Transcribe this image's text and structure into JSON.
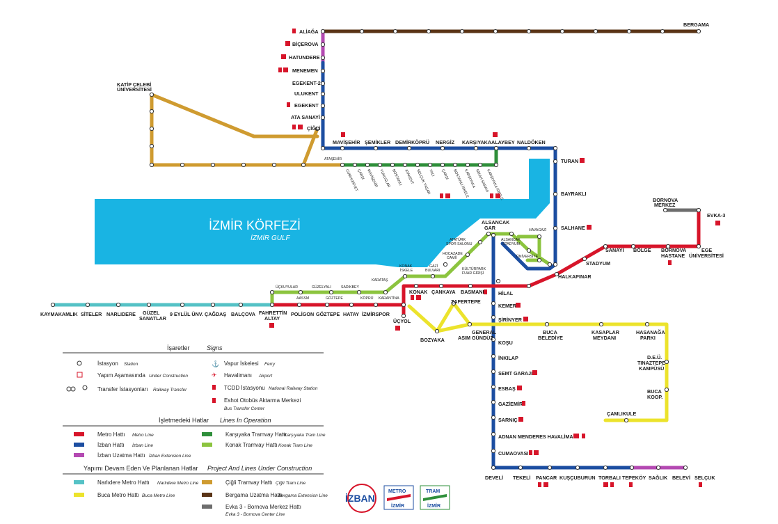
{
  "gulf": {
    "title": "İZMİR KÖRFEZİ",
    "subtitle": "İZMİR GULF"
  },
  "stations": {
    "aliaga": "ALİAĞA",
    "bicerova": "BİÇEROVA",
    "hatundere": "HATUNDERE",
    "menemen": "MENEMEN",
    "egekent2": "EGEKENT-2",
    "ulukent": "ULUKENT",
    "egekent": "EGEKENT",
    "atasanayi": "ATA SANAYİ",
    "cigli": "ÇİĞLİ",
    "bergama": "BERGAMA",
    "katip1": "KATİP ÇELEBİ",
    "katip2": "ÜNİVERSİTESİ",
    "mavisehir": "MAVİŞEHİR",
    "semikler": "ŞEMİKLER",
    "demirkopru": "DEMİRKÖPRÜ",
    "nergiz": "NERGİZ",
    "karsiyaka": "KARŞIYAKA",
    "alaybey": "ALAYBEY",
    "naldoken": "NALDÖKEN",
    "turan": "TURAN",
    "bayrakli": "BAYRAKLI",
    "salhane": "SALHANE",
    "halkapinar": "HALKAPINAR",
    "stadyum": "STADYUM",
    "sanayi": "SANAYİ",
    "bolge": "BÖLGE",
    "bornovahastane1": "BORNOVA",
    "bornovahastane2": "HASTANE",
    "egeuni1": "EGE",
    "egeuni2": "ÜNİVERSİTESİ",
    "bornovamerkez1": "BORNOVA",
    "bornovamerkez2": "MERKEZ",
    "evka3": "EVKA-3",
    "alsancakgar1": "ALSANCAK",
    "alsancakgar2": "GAR",
    "hilal": "HİLAL",
    "basmane": "BASMANE",
    "cankaya": "ÇANKAYA",
    "konak": "KONAK",
    "kemer": "KEMER",
    "sirinyer": "ŞİRİNYER",
    "kosu": "KOŞU",
    "inkilap": "İNKILAP",
    "semtgaraji": "SEMT GARAJI",
    "esbas": "ESBAŞ",
    "gaziemir": "GAZİEMİR",
    "sarnic": "SARNIÇ",
    "adnanmenderes": "ADNAN MENDERES HAVALİMANI",
    "cumaovasi": "CUMAOVASI",
    "develi": "DEVELİ",
    "tekeli": "TEKELİ",
    "pancar": "PANCAR",
    "kuscuburun": "KUŞÇUBURUN",
    "torbali": "TORBALI",
    "tepekoy": "TEPEKÖY",
    "saglik": "SAĞLIK",
    "belevi": "BELEVİ",
    "selcuk": "SELÇUK",
    "kaymakamlik": "KAYMAKAMLIK",
    "siteler": "SİTELER",
    "narlidere": "NARLIDERE",
    "guzelsanatlar1": "GÜZEL",
    "guzelsanatlar2": "SANATLAR",
    "dokuzeylul": "9 EYLÜL ÜNV.",
    "cagdas": "ÇAĞDAŞ",
    "balcova": "BALÇOVA",
    "fahrettin1": "FAHRETTİN",
    "fahrettin2": "ALTAY",
    "poligon": "POLİGON",
    "goztepe": "GÖZTEPE",
    "hatay": "HATAY",
    "izmirspor": "İZMİRSPOR",
    "ucyol": "ÜÇYOL",
    "bozyaka": "BOZYAKA",
    "zafertepe": "ZAFERTEPE",
    "general1": "GENERAL",
    "general2": "ASIM GÜNDÜZ",
    "bucabelediye1": "BUCA",
    "bucabelediye2": "BELEDİYE",
    "kasaplar1": "KASAPLAR",
    "kasaplar2": "MEYDANI",
    "hasanaga1": "HASANAĞA",
    "hasanaga2": "PARKI",
    "deu1": "D.E.Ü.",
    "deu2": "TINAZTEPE",
    "deu3": "KAMPÜSÜ",
    "bucakoop1": "BUCA",
    "bucakoop2": "KOOP.",
    "camlikule": "ÇAMLIKULE",
    "t_atasehir": "ATAŞEHİR",
    "t_cumhuriyet": "CUMHURİYET",
    "t_ucyollu": "ÇARŞI",
    "t_mavisehir": "MAVİŞEHİR",
    "t_yunuslar": "YUNUSLAR",
    "t_bilbis": "BOSTANLI",
    "t_atakent": "ATAKENT",
    "t_selcuk": "SELÇUK YAŞAR",
    "t_yali": "YALI",
    "t_cakir": "ÇARŞI",
    "t_bostanli": "BOSTANLI İSKELE",
    "t_karsi": "KARŞIYAKA",
    "t_nikah": "NİKAH SARAYI",
    "t_karsiyakaisk": "KARŞIYAKA İSKELE",
    "k_ucuncu": "ÜÇKUYULAR",
    "k_guzelyali": "GÜZELYALI",
    "k_sadikbey": "SADIKBEY",
    "k_karatas": "KARATAŞ",
    "k_aassm": "AASSM",
    "k_goztepe": "GÖZTEPE",
    "k_kopru": "KÖPRÜ",
    "k_karantina": "KARANTİNA",
    "k_konakiskele1": "KONAK",
    "k_konakiskele2": "İSKELE",
    "k_gazi1": "GAZİ",
    "k_gazi2": "BULVARI",
    "k_hocazade1": "HOCAZADE",
    "k_hocazade2": "CAMİİ",
    "k_ataturk1": "ATATÜRK",
    "k_ataturk2": "SPOR SALONU",
    "k_kultur1": "KÜLTÜRPARK",
    "k_kultur2": "FUAR GİRİŞİ",
    "k_alsstad1": "ALSANCAK",
    "k_alsstad2": "STADYUM",
    "k_universite": "ÜNİVERSİTE",
    "k_havagazi": "HAVAGAZI"
  },
  "legend": {
    "signs_title": "İşaretler",
    "signs_title_en": "Signs",
    "station": "İstasyon",
    "station_en": "Station",
    "under_construction": "Yapım Aşamasında",
    "under_construction_en": "Under Construction",
    "transfer": "Transfer İstasyonları",
    "transfer_en": "Railway Transfer",
    "ferry": "Vapur İskelesi",
    "ferry_en": "Ferry",
    "airport": "Havalimanı",
    "airport_en": "Airport",
    "tcdd": "TCDD İstasyonu",
    "tcdd_en": "National Railway Station",
    "bus": "Eshot Otobüs Aktarma Merkezi",
    "bus_en": "Bus Transfer Center",
    "operation_title": "İşletmedeki Hatlar",
    "operation_title_en": "Lines In Operation",
    "metro": "Metro Hattı",
    "metro_en": "Metro Line",
    "izban": "İzban Hattı",
    "izban_en": "İzban Line",
    "izban_ext": "İzban Uzatma Hattı",
    "izban_ext_en": "İzban Extension Line",
    "kars_tram": "Karşıyaka Tramvay Hattı",
    "kars_tram_en": "Karşıyaka Tram Line",
    "konak_tram": "Konak Tramvay Hattı",
    "konak_tram_en": "Konak Tram Line",
    "planned_title": "Yapımı Devam Eden Ve Planlanan Hatlar",
    "planned_title_en": "Project And Lines Under Construction",
    "narlidere": "Narlıdere Metro Hattı",
    "narlidere_en": "Narlıdere Metro Line",
    "buca": "Buca Metro Hattı",
    "buca_en": "Buca Metro Line",
    "cigli_tram": "Çiğli Tramvay Hattı",
    "cigli_tram_en": "Çiğli Tram Line",
    "bergama": "Bergama Uzatma Hattı",
    "bergama_en": "Bergama Extension Line",
    "evka": "Evka 3 - Bornova Merkez Hattı",
    "evka_en": "Evka 3 - Bornova Center Line"
  },
  "logos": {
    "izban": "İZBAN",
    "metro1": "METRO",
    "metro2": "İZMİR",
    "tram1": "TRAM",
    "tram2": "İZMİR"
  },
  "colors": {
    "metro": "#d7152a",
    "izban": "#1c4ea1",
    "izban_ext": "#b449b2",
    "karsiyaka_tram": "#2e8f3a",
    "konak_tram": "#8cc43f",
    "narlidere": "#55c2c6",
    "buca": "#ece32c",
    "cigli_tram": "#cf9b30",
    "bergama": "#5a3416",
    "evka": "#6d6d6d",
    "gulf": "#19b4e3"
  }
}
